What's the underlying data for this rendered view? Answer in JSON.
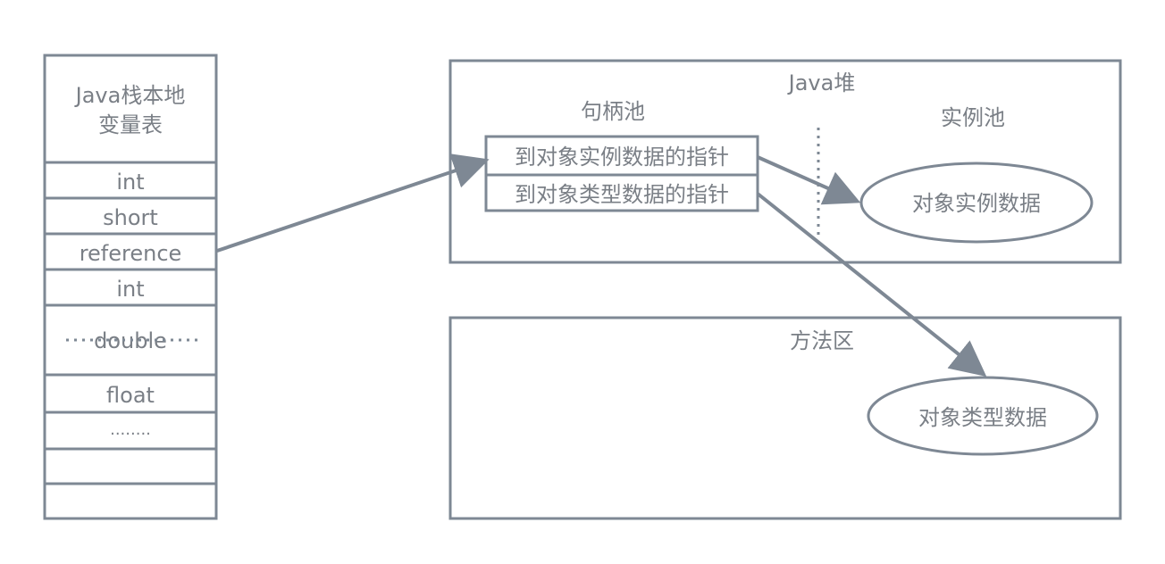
{
  "stack_table": {
    "title_line1": "Java栈本地",
    "title_line2": "变量表",
    "slots": [
      "int",
      "short",
      "reference",
      "int",
      "double",
      "float",
      "........",
      "",
      ""
    ]
  },
  "heap": {
    "title": "Java堆",
    "handle_pool": {
      "title": "句柄池",
      "instance_pointer": "到对象实例数据的指针",
      "type_pointer": "到对象类型数据的指针"
    },
    "instance_pool": {
      "title": "实例池",
      "instance_data": "对象实例数据"
    }
  },
  "method_area": {
    "title": "方法区",
    "type_data": "对象类型数据"
  },
  "colors": {
    "stroke": "#7e8894",
    "text": "#7a7f86"
  }
}
